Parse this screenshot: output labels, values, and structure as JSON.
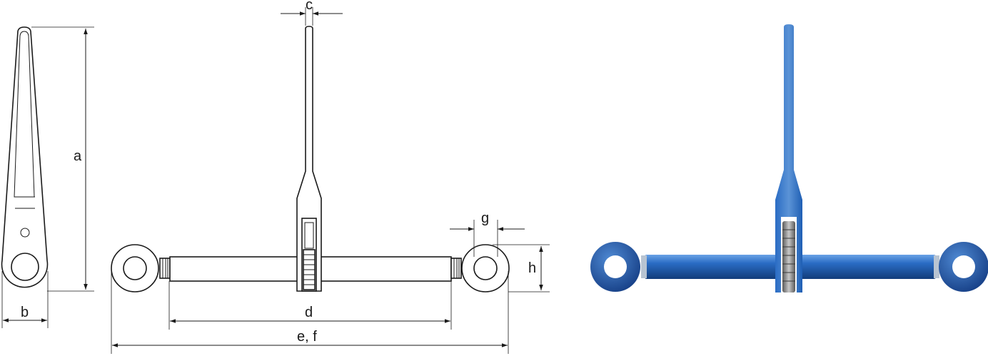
{
  "labels": {
    "a": "a",
    "b": "b",
    "c": "c",
    "d": "d",
    "ef": "e, f",
    "g": "g",
    "h": "h"
  },
  "colors": {
    "product_blue": "#1f5fb4",
    "product_blue_dark": "#123c7a",
    "product_blue_light": "#5b93d6",
    "gear_gray": "#8a8a8a",
    "line": "#1a1a1a"
  }
}
